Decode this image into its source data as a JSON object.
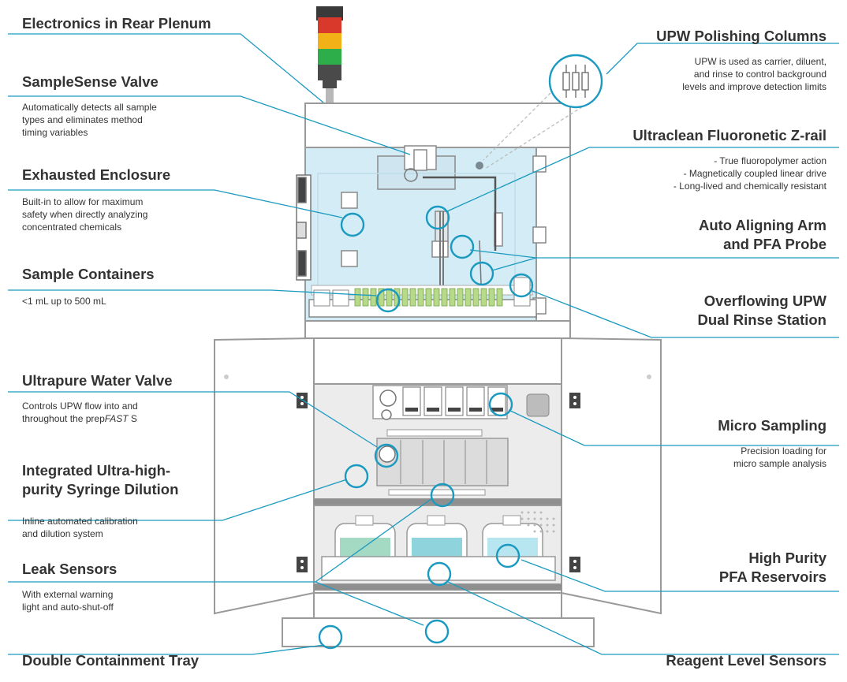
{
  "colors": {
    "accent": "#1a9ac0",
    "enclosure": "#d3ecf5",
    "cabinet_fill": "#ececec",
    "outline": "#9a9a9a",
    "light_red": "#d9392b",
    "light_amber": "#f2b117",
    "light_green": "#2ead4b"
  },
  "labels": {
    "electronics": {
      "title": "Electronics in Rear Plenum"
    },
    "samplesense": {
      "title": "SampleSense Valve",
      "desc": "Automatically detects all sample\ntypes and eliminates method\ntiming variables"
    },
    "exhausted": {
      "title": "Exhausted Enclosure",
      "desc": "Built-in to allow for maximum\nsafety when directly analyzing\nconcentrated chemicals"
    },
    "containers": {
      "title": "Sample Containers",
      "desc": "<1 mL up to 500 mL"
    },
    "upw_valve": {
      "title": "Ultrapure Water Valve",
      "desc_pre": "Controls UPW flow into and\nthroughout the prep",
      "desc_em": "FAST",
      "desc_post": " S"
    },
    "syringe": {
      "title": "Integrated Ultra-high-\npurity Syringe Dilution",
      "desc": "Inline automated calibration\nand dilution system"
    },
    "leak": {
      "title": "Leak Sensors",
      "desc": "With external warning\nlight and auto-shut-off"
    },
    "tray": {
      "title": "Double Containment Tray"
    },
    "polishing": {
      "title": "UPW Polishing Columns",
      "desc": "UPW is used as carrier, diluent,\nand rinse to control background\nlevels and improve detection limits"
    },
    "zrail": {
      "title": "Ultraclean Fluoronetic Z-rail",
      "desc": "- True fluoropolymer action\n- Magnetically coupled linear drive\n- Long-lived and chemically resistant"
    },
    "arm": {
      "title": "Auto Aligning Arm\nand PFA Probe"
    },
    "rinse": {
      "title": "Overflowing UPW\nDual Rinse Station"
    },
    "micro": {
      "title": "Micro Sampling",
      "desc": "Precision loading for\nmicro sample analysis"
    },
    "reservoirs": {
      "title": "High Purity\nPFA Reservoirs"
    },
    "reagent": {
      "title": "Reagent Level Sensors"
    }
  }
}
